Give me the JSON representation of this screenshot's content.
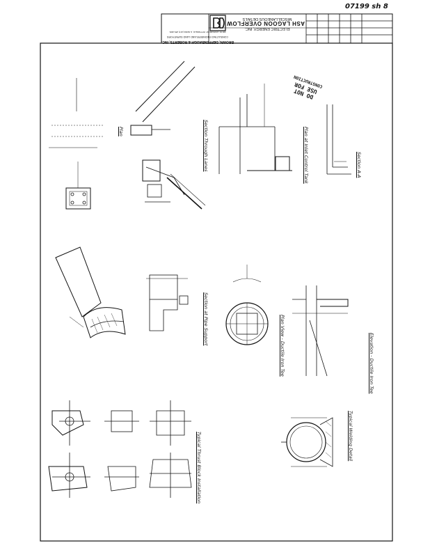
{
  "handwritten_ref": "07199 sh 8",
  "title_block": {
    "firm_name": "BROWN, DEFFENBAUGH & ROBERTS, INC.",
    "firm_sub": "CONSULTING ENGINEERS AND LAND SURVEYORS",
    "firm_addr": "300 W. HOWARD ST. PITTSFIELD, IL 62363  (217) 285-4081",
    "client": "ELECTRIC ENERGY, INC.",
    "project": "ASH LAGOON OVERFLOW",
    "sheet_title": "MISCELLANEOUS DETAILS",
    "logo_letters": "BD"
  },
  "stamp": {
    "line1": "DO NOT",
    "line2": "USE FOR",
    "line3": "CONSTRUCTION"
  },
  "captions": {
    "plan": "Plan",
    "section_lanes": "Section Through Lanes",
    "plan_control_tank": "Plan at Inlet Control Tank",
    "section_aa": "Section A-A",
    "section_pipe_support": "Section at Pipe Support",
    "plan_view_tee": "Plan View - Ductile Iron Tee",
    "elevation_tee": "Elevation - Ductile Iron Tee",
    "thrust_block": "Typical Thrust Block Installation",
    "welding_detail": "Typical Welding Detail"
  }
}
